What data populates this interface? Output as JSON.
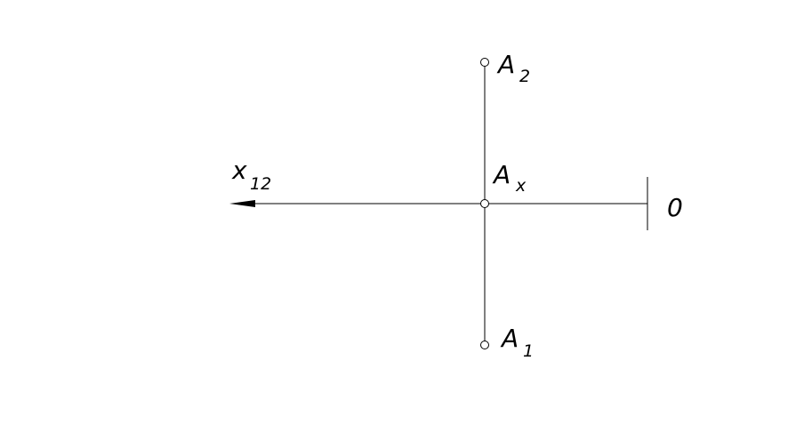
{
  "diagram": {
    "point_a2": {
      "letter": "A",
      "index": "2"
    },
    "point_ax": {
      "letter": "A",
      "index": "x"
    },
    "point_a1": {
      "letter": "A",
      "index": "1"
    },
    "axis": {
      "letter": "x",
      "index": "12"
    },
    "origin": {
      "label": "0"
    },
    "colors": {
      "line": "#000000",
      "background": "#ffffff"
    }
  }
}
